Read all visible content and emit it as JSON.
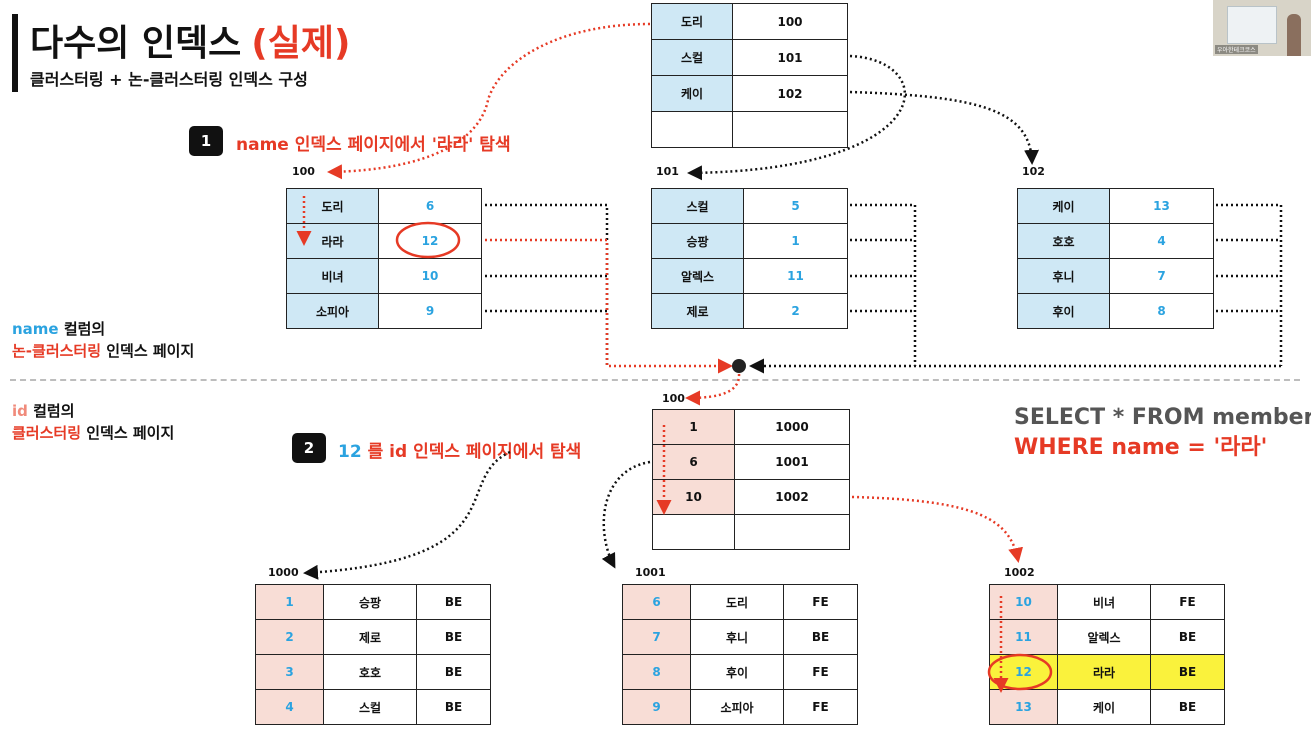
{
  "title": {
    "main": "다수의 인덱스",
    "accent": "(실제)"
  },
  "subtitle": "클러스터링 + 논-클러스터링 인덱스 구성",
  "steps": {
    "one": {
      "badge": "1",
      "text": "name 인덱스 페이지에서 '라라' 탐색"
    },
    "two": {
      "badge": "2",
      "num": "12",
      "text": "를 id 인덱스 페이지에서 탐색"
    }
  },
  "labels": {
    "name_index": {
      "col": "name",
      "line1_rest": " 컬럼의",
      "line2_hl": "논-클러스터링",
      "line2_rest": " 인덱스 페이지"
    },
    "id_index": {
      "col": "id",
      "line1_rest": " 컬럼의",
      "line2_hl": "클러스터링",
      "line2_rest": " 인덱스 페이지"
    }
  },
  "sql": {
    "line1": "SELECT * FROM member",
    "where": "WHERE name = '라라'"
  },
  "name_root": {
    "rows": [
      [
        "도리",
        "100"
      ],
      [
        "스컬",
        "101"
      ],
      [
        "케이",
        "102"
      ],
      [
        "",
        ""
      ]
    ]
  },
  "name_leaves": [
    {
      "label": "100",
      "rows": [
        [
          "도리",
          "6"
        ],
        [
          "라라",
          "12"
        ],
        [
          "비녀",
          "10"
        ],
        [
          "소피아",
          "9"
        ]
      ]
    },
    {
      "label": "101",
      "rows": [
        [
          "스컬",
          "5"
        ],
        [
          "승팡",
          "1"
        ],
        [
          "알렉스",
          "11"
        ],
        [
          "제로",
          "2"
        ]
      ]
    },
    {
      "label": "102",
      "rows": [
        [
          "케이",
          "13"
        ],
        [
          "호호",
          "4"
        ],
        [
          "후니",
          "7"
        ],
        [
          "후이",
          "8"
        ]
      ]
    }
  ],
  "id_root": {
    "label": "100",
    "rows": [
      [
        "1",
        "1000"
      ],
      [
        "6",
        "1001"
      ],
      [
        "10",
        "1002"
      ],
      [
        "",
        ""
      ]
    ]
  },
  "data_pages": [
    {
      "label": "1000",
      "rows": [
        [
          "1",
          "승팡",
          "BE"
        ],
        [
          "2",
          "제로",
          "BE"
        ],
        [
          "3",
          "호호",
          "BE"
        ],
        [
          "4",
          "스컬",
          "BE"
        ]
      ]
    },
    {
      "label": "1001",
      "rows": [
        [
          "6",
          "도리",
          "FE"
        ],
        [
          "7",
          "후니",
          "BE"
        ],
        [
          "8",
          "후이",
          "FE"
        ],
        [
          "9",
          "소피아",
          "FE"
        ]
      ]
    },
    {
      "label": "1002",
      "rows": [
        [
          "10",
          "비녀",
          "FE"
        ],
        [
          "11",
          "알렉스",
          "BE"
        ],
        [
          "12",
          "라라",
          "BE"
        ],
        [
          "13",
          "케이",
          "BE"
        ]
      ]
    }
  ],
  "webcam_caption": "우아한테크코스",
  "colors": {
    "accent_red": "#e63a25",
    "blue_text": "#2ba3e0",
    "blue_cell": "#cfe8f5",
    "pink_cell": "#f8ddd6",
    "highlight": "#faf23c"
  }
}
